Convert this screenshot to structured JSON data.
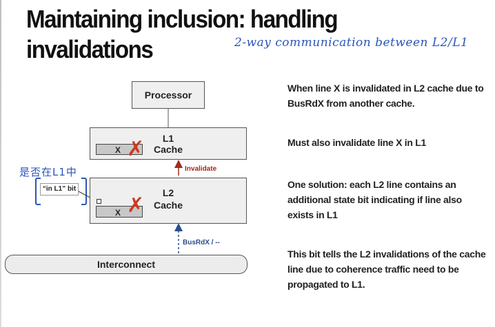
{
  "slide": {
    "title_line1": "Maintaining inclusion: handling",
    "title_line2": "invalidations",
    "handwritten_comment": "2-way communication between L2/L1",
    "handwritten_note": "是否在L1中"
  },
  "diagram": {
    "processor_label": "Processor",
    "l1_label_line1": "L1",
    "l1_label_line2": "Cache",
    "l2_label_line1": "L2",
    "l2_label_line2": "Cache",
    "interconnect_label": "Interconnect",
    "line_x_label": "X",
    "invalidate_label": "Invalidate",
    "busrdx_label": "BusRdX / --",
    "in_l1_bit_label": "“in L1” bit"
  },
  "text": {
    "para1": "When line X is invalidated in L2 cache due to BusRdX from another cache.",
    "para2": "Must also invalidate line X in L1",
    "para3": "One solution: each L2 line contains an additional state bit indicating if line also exists in L1",
    "para4": "This bit tells the L2 invalidations of the cache line due to coherence traffic need to be propagated to L1."
  },
  "colors": {
    "invalidate_arrow": "#a02a1c",
    "busrdx_arrow": "#2c4d8a",
    "red_x": "#cc3a22",
    "handwriting": "#2a55b8"
  }
}
